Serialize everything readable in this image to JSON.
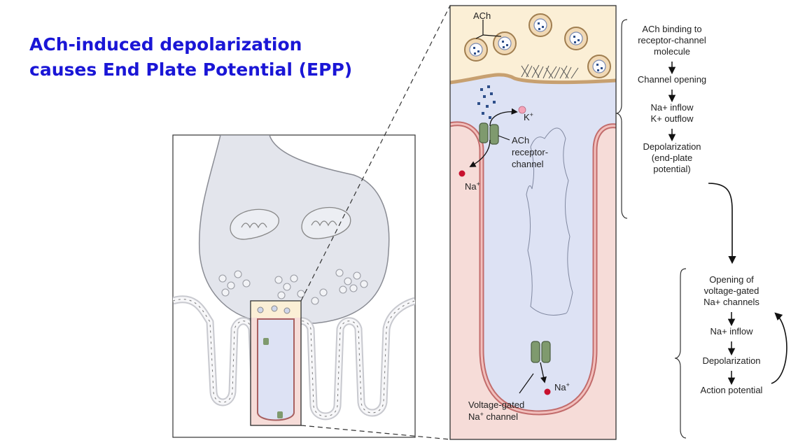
{
  "title": {
    "line1": "ACh-induced depolarization",
    "line2": "causes End Plate Potential (EPP)"
  },
  "zoom_labels": {
    "ach": "ACh",
    "k_ion": "K",
    "k_sup": "+",
    "ach_receptor": [
      "ACh",
      "receptor-",
      "channel"
    ],
    "na_ion": "Na",
    "na_sup": "+",
    "na_ion2": "Na",
    "na_sup2": "+",
    "voltage_gated": [
      "Voltage-gated",
      "Na"
    ],
    "voltage_gated_sup": "+",
    "voltage_gated_tail": " channel"
  },
  "flowchart_top": [
    {
      "lines": [
        "ACh binding to",
        "receptor-channel",
        "molecule"
      ]
    },
    {
      "lines": [
        "Channel opening"
      ]
    },
    {
      "lines": [
        "Na+ inflow",
        "K+ outflow"
      ]
    },
    {
      "lines": [
        "Depolarization",
        "(end-plate",
        "potential)"
      ]
    }
  ],
  "flowchart_bottom": [
    {
      "lines": [
        "Opening of",
        "voltage-gated",
        "Na+ channels"
      ]
    },
    {
      "lines": [
        "Na+ inflow"
      ]
    },
    {
      "lines": [
        "Depolarization"
      ]
    },
    {
      "lines": [
        "Action potential"
      ]
    }
  ],
  "colors": {
    "title": "#1a16d6",
    "terminal": "#dfe2ea",
    "cleft": "#dde2f4",
    "muscle": "#f4dcda",
    "membrane": "#d88a8a",
    "axoplasm": "#fbefd6",
    "channel": "#7f9a6e",
    "na_dot": "#c8102e",
    "k_dot": "#f5a3b8"
  }
}
